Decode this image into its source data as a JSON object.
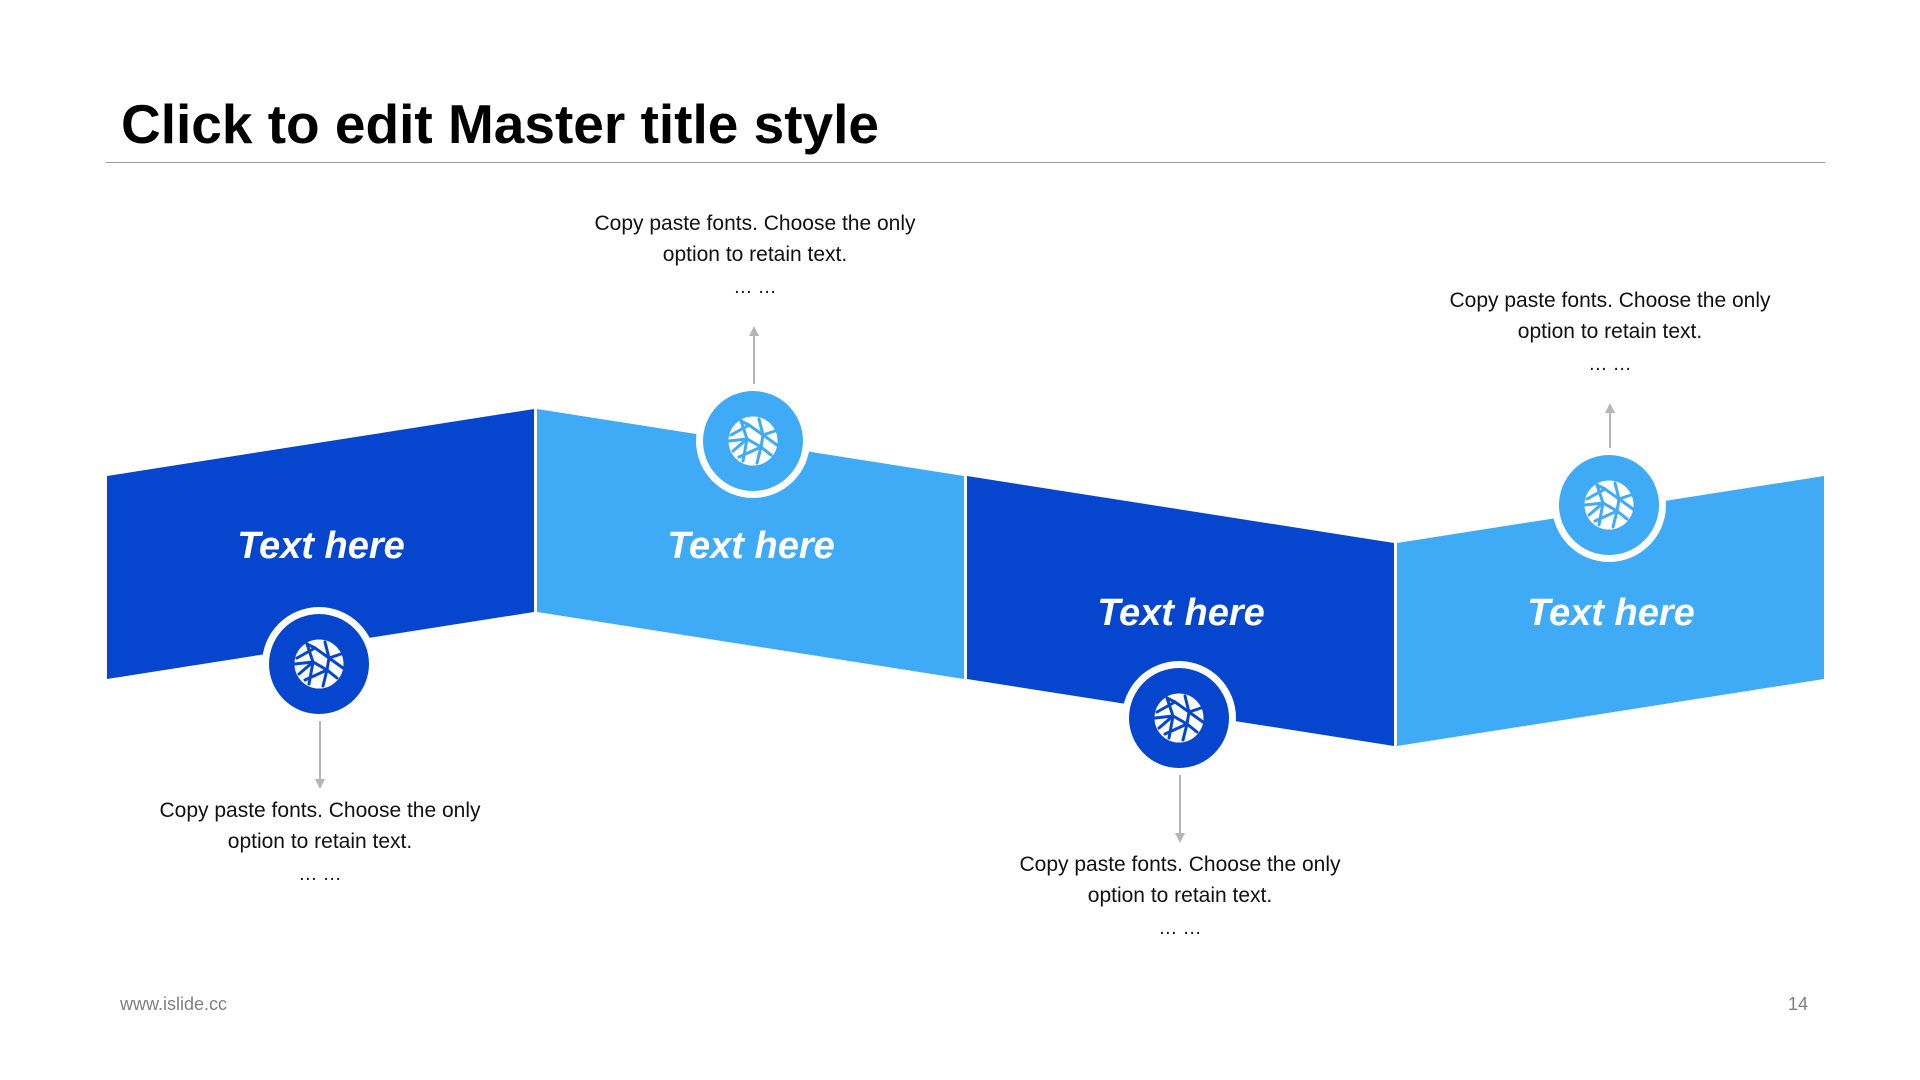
{
  "slide": {
    "title": "Click to edit Master title style",
    "footer_url": "www.islide.cc",
    "page_number": "14"
  },
  "colors": {
    "dark_blue": "#0646CE",
    "light_blue": "#3FABF6",
    "arrow_gray": "#B5B5B5",
    "footer_gray": "#808080"
  },
  "steps": [
    {
      "label": "Text here",
      "color": "dark_blue",
      "icon": "network-globe-icon",
      "description": [
        "Copy paste fonts. Choose the only",
        "option to retain text.",
        "… …"
      ]
    },
    {
      "label": "Text here",
      "color": "light_blue",
      "icon": "network-globe-icon",
      "description": [
        "Copy paste fonts. Choose the only",
        "option to retain text.",
        "… …"
      ]
    },
    {
      "label": "Text here",
      "color": "dark_blue",
      "icon": "network-globe-icon",
      "description": [
        "Copy paste fonts. Choose the only",
        "option to retain text.",
        "… …"
      ]
    },
    {
      "label": "Text here",
      "color": "light_blue",
      "icon": "network-globe-icon",
      "description": [
        "Copy paste fonts. Choose the only",
        "option to retain text.",
        "… …"
      ]
    }
  ]
}
